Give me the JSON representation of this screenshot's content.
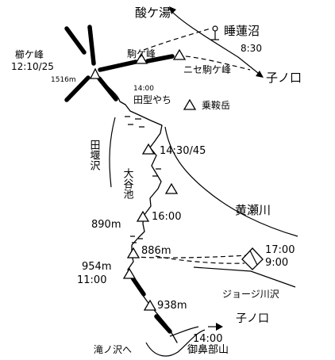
{
  "places": {
    "sukayu": "酸ケ湯",
    "suirenuma": "睡蓮沼",
    "nenokuchi_upper": "子ノ口",
    "komagamine": "駒ケ峰",
    "nise_komagamine": "ニセ駒ケ峰",
    "kushigamine": "櫛ケ峰",
    "tashiro_yachi": "田型やち",
    "norikuradake": "乗鞍岳",
    "tashirozawa": "田堰沢",
    "taniike": "大谷池",
    "kisegawa": "黄瀬川",
    "joji_kawazawa": "ジョージ川沢",
    "nenokuchi_lower": "子ノ口",
    "takinosawa": "滝ノ沢へ",
    "ohanabeyama": "御鼻部山"
  },
  "times": {
    "suirenuma": "8:30",
    "kushigamine": "12:10/25",
    "tashiro_yachi": "14:00",
    "peak_1430": "14:30/45",
    "peak_1600": "16:00",
    "peak_1700": "17:00",
    "peak_0900": "9:00",
    "peak_1100": "11:00",
    "goal": "14:00"
  },
  "elevations": {
    "kushigamine": "1516m",
    "p890": "890m",
    "p886": "886m",
    "p954": "954m",
    "p938": "938m"
  }
}
